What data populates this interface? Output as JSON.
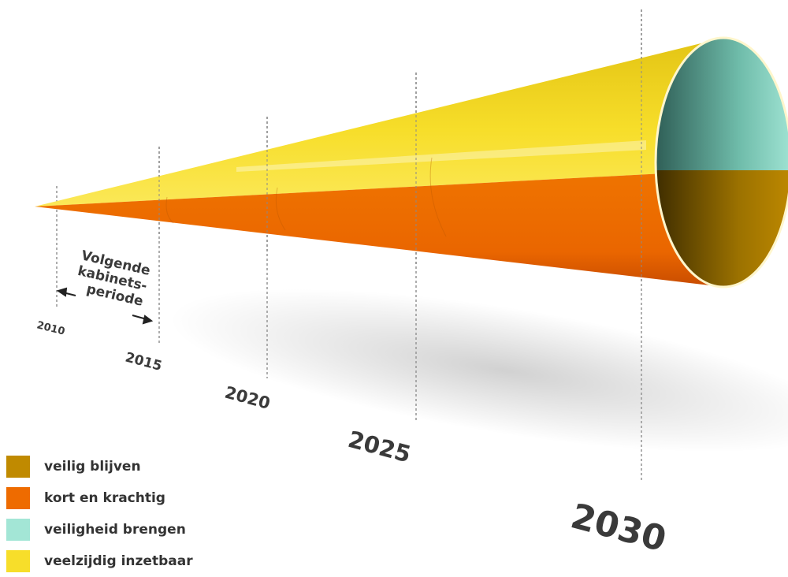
{
  "years": [
    "2010",
    "2015",
    "2020",
    "2025",
    "2030"
  ],
  "period_note": {
    "lines": [
      "Volgende",
      "kabinets-",
      "periode"
    ]
  },
  "colors": {
    "veilig_blijven": "#c08a00",
    "kort_en_krachtig": "#ee6b00",
    "veiligheid_brengen": "#a3e6d6",
    "veelzijdig_inzetbaar": "#f7de2a"
  },
  "legend": [
    {
      "label": "veilig blijven",
      "color": "#c08a00"
    },
    {
      "label": "kort en krachtig",
      "color": "#ee6b00"
    },
    {
      "label": "veiligheid brengen",
      "color": "#a3e6d6"
    },
    {
      "label": "veelzijdig inzetbaar",
      "color": "#f7de2a"
    }
  ]
}
